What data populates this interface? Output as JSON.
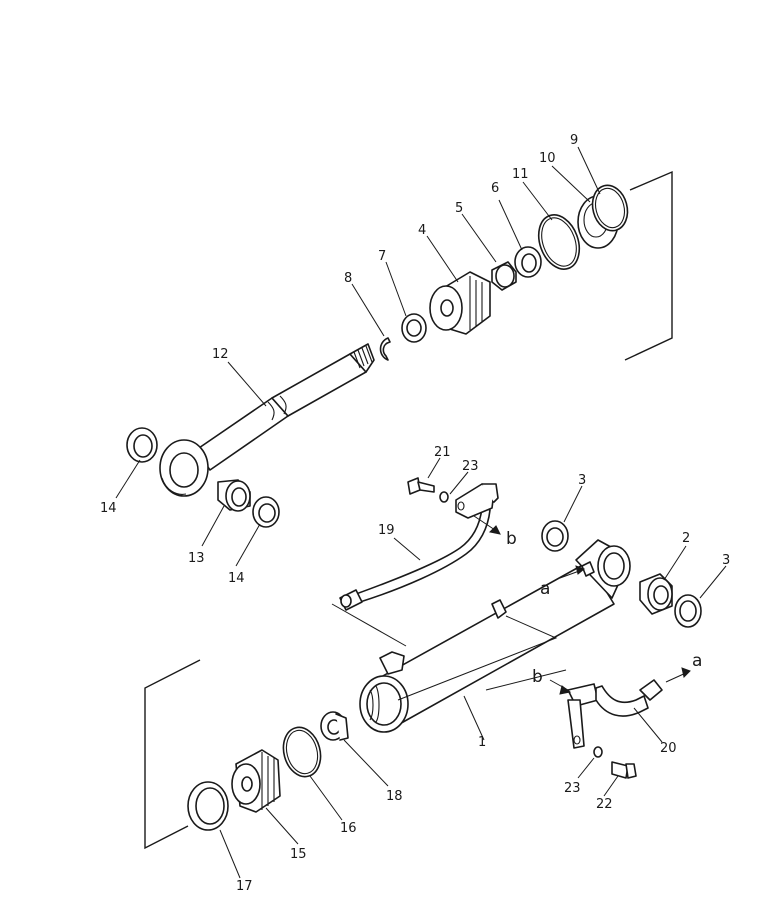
{
  "callouts": {
    "c1": "1",
    "c2": "2",
    "c3a": "3",
    "c3b": "3",
    "c4": "4",
    "c5": "5",
    "c6": "6",
    "c7": "7",
    "c8": "8",
    "c9": "9",
    "c10": "10",
    "c11": "11",
    "c12": "12",
    "c13": "13",
    "c14a": "14",
    "c14b": "14",
    "c15": "15",
    "c16": "16",
    "c17": "17",
    "c18": "18",
    "c19": "19",
    "c20": "20",
    "c21": "21",
    "c22": "22",
    "c23a": "23",
    "c23b": "23"
  },
  "connections": {
    "a_upper": "a",
    "a_lower": "a",
    "b_upper": "b",
    "b_lower": "b"
  }
}
